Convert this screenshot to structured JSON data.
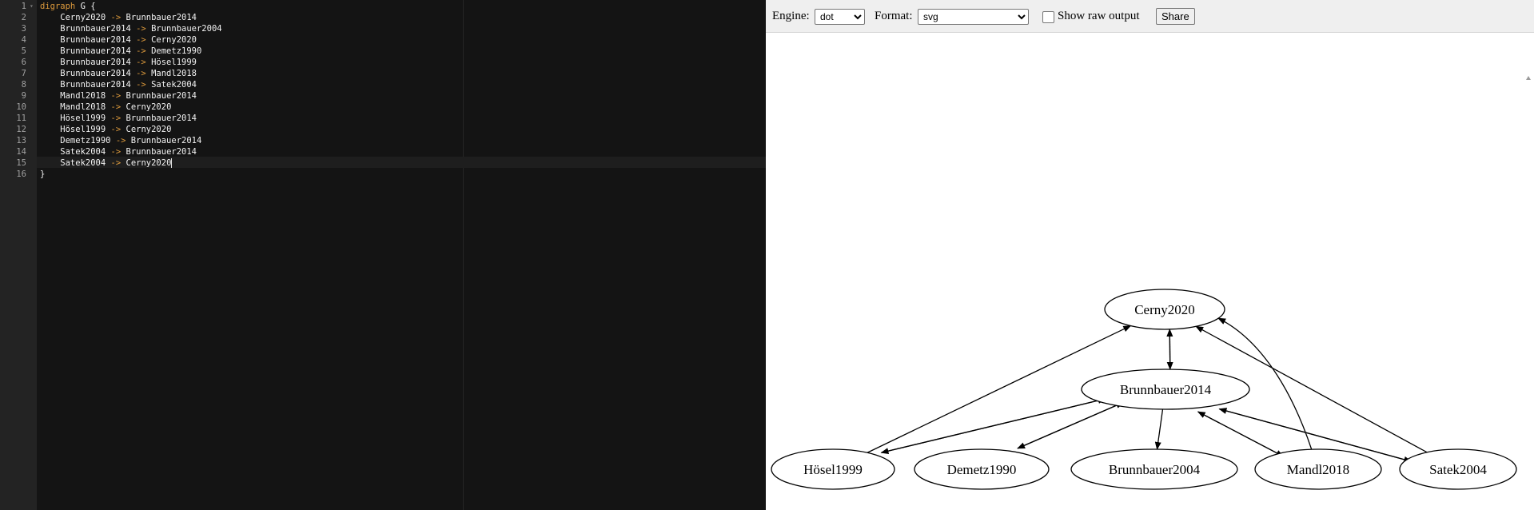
{
  "editor": {
    "lines": [
      {
        "num": "1",
        "parts": [
          {
            "t": "digraph",
            "c": "kw"
          },
          {
            "t": " G {",
            "c": ""
          }
        ]
      },
      {
        "num": "2",
        "parts": [
          {
            "t": "    Cerny2020 ",
            "c": ""
          },
          {
            "t": "->",
            "c": "op"
          },
          {
            "t": " Brunnbauer2014",
            "c": ""
          }
        ]
      },
      {
        "num": "3",
        "parts": [
          {
            "t": "    Brunnbauer2014 ",
            "c": ""
          },
          {
            "t": "->",
            "c": "op"
          },
          {
            "t": " Brunnbauer2004",
            "c": ""
          }
        ]
      },
      {
        "num": "4",
        "parts": [
          {
            "t": "    Brunnbauer2014 ",
            "c": ""
          },
          {
            "t": "->",
            "c": "op"
          },
          {
            "t": " Cerny2020",
            "c": ""
          }
        ]
      },
      {
        "num": "5",
        "parts": [
          {
            "t": "    Brunnbauer2014 ",
            "c": ""
          },
          {
            "t": "->",
            "c": "op"
          },
          {
            "t": " Demetz1990",
            "c": ""
          }
        ]
      },
      {
        "num": "6",
        "parts": [
          {
            "t": "    Brunnbauer2014 ",
            "c": ""
          },
          {
            "t": "->",
            "c": "op"
          },
          {
            "t": " Hösel1999",
            "c": ""
          }
        ]
      },
      {
        "num": "7",
        "parts": [
          {
            "t": "    Brunnbauer2014 ",
            "c": ""
          },
          {
            "t": "->",
            "c": "op"
          },
          {
            "t": " Mandl2018",
            "c": ""
          }
        ]
      },
      {
        "num": "8",
        "parts": [
          {
            "t": "    Brunnbauer2014 ",
            "c": ""
          },
          {
            "t": "->",
            "c": "op"
          },
          {
            "t": " Satek2004",
            "c": ""
          }
        ]
      },
      {
        "num": "9",
        "parts": [
          {
            "t": "    Mandl2018 ",
            "c": ""
          },
          {
            "t": "->",
            "c": "op"
          },
          {
            "t": " Brunnbauer2014",
            "c": ""
          }
        ]
      },
      {
        "num": "10",
        "parts": [
          {
            "t": "    Mandl2018 ",
            "c": ""
          },
          {
            "t": "->",
            "c": "op"
          },
          {
            "t": " Cerny2020",
            "c": ""
          }
        ]
      },
      {
        "num": "11",
        "parts": [
          {
            "t": "    Hösel1999 ",
            "c": ""
          },
          {
            "t": "->",
            "c": "op"
          },
          {
            "t": " Brunnbauer2014",
            "c": ""
          }
        ]
      },
      {
        "num": "12",
        "parts": [
          {
            "t": "    Hösel1999 ",
            "c": ""
          },
          {
            "t": "->",
            "c": "op"
          },
          {
            "t": " Cerny2020",
            "c": ""
          }
        ]
      },
      {
        "num": "13",
        "parts": [
          {
            "t": "    Demetz1990 ",
            "c": ""
          },
          {
            "t": "->",
            "c": "op"
          },
          {
            "t": " Brunnbauer2014",
            "c": ""
          }
        ]
      },
      {
        "num": "14",
        "parts": [
          {
            "t": "    Satek2004 ",
            "c": ""
          },
          {
            "t": "->",
            "c": "op"
          },
          {
            "t": " Brunnbauer2014",
            "c": ""
          }
        ]
      },
      {
        "num": "15",
        "parts": [
          {
            "t": "    Satek2004 ",
            "c": ""
          },
          {
            "t": "->",
            "c": "op"
          },
          {
            "t": " Cerny2020",
            "c": ""
          }
        ]
      },
      {
        "num": "16",
        "parts": [
          {
            "t": "}",
            "c": ""
          }
        ]
      }
    ]
  },
  "toolbar": {
    "engine_label": "Engine:",
    "engine_value": "dot",
    "format_label": "Format:",
    "format_value": "svg",
    "raw_output_label": "Show raw output",
    "share_label": "Share"
  },
  "graph": {
    "nodes": [
      {
        "id": "Cerny2020",
        "label": "Cerny2020"
      },
      {
        "id": "Brunnbauer2014",
        "label": "Brunnbauer2014"
      },
      {
        "id": "Hösel1999",
        "label": "Hösel1999"
      },
      {
        "id": "Demetz1990",
        "label": "Demetz1990"
      },
      {
        "id": "Brunnbauer2004",
        "label": "Brunnbauer2004"
      },
      {
        "id": "Mandl2018",
        "label": "Mandl2018"
      },
      {
        "id": "Satek2004",
        "label": "Satek2004"
      }
    ],
    "edges": [
      {
        "from": "Cerny2020",
        "to": "Brunnbauer2014"
      },
      {
        "from": "Brunnbauer2014",
        "to": "Brunnbauer2004"
      },
      {
        "from": "Brunnbauer2014",
        "to": "Cerny2020"
      },
      {
        "from": "Brunnbauer2014",
        "to": "Demetz1990"
      },
      {
        "from": "Brunnbauer2014",
        "to": "Hösel1999"
      },
      {
        "from": "Brunnbauer2014",
        "to": "Mandl2018"
      },
      {
        "from": "Brunnbauer2014",
        "to": "Satek2004"
      },
      {
        "from": "Mandl2018",
        "to": "Brunnbauer2014"
      },
      {
        "from": "Mandl2018",
        "to": "Cerny2020"
      },
      {
        "from": "Hösel1999",
        "to": "Brunnbauer2014"
      },
      {
        "from": "Hösel1999",
        "to": "Cerny2020"
      },
      {
        "from": "Demetz1990",
        "to": "Brunnbauer2014"
      },
      {
        "from": "Satek2004",
        "to": "Brunnbauer2014"
      },
      {
        "from": "Satek2004",
        "to": "Cerny2020"
      }
    ]
  }
}
